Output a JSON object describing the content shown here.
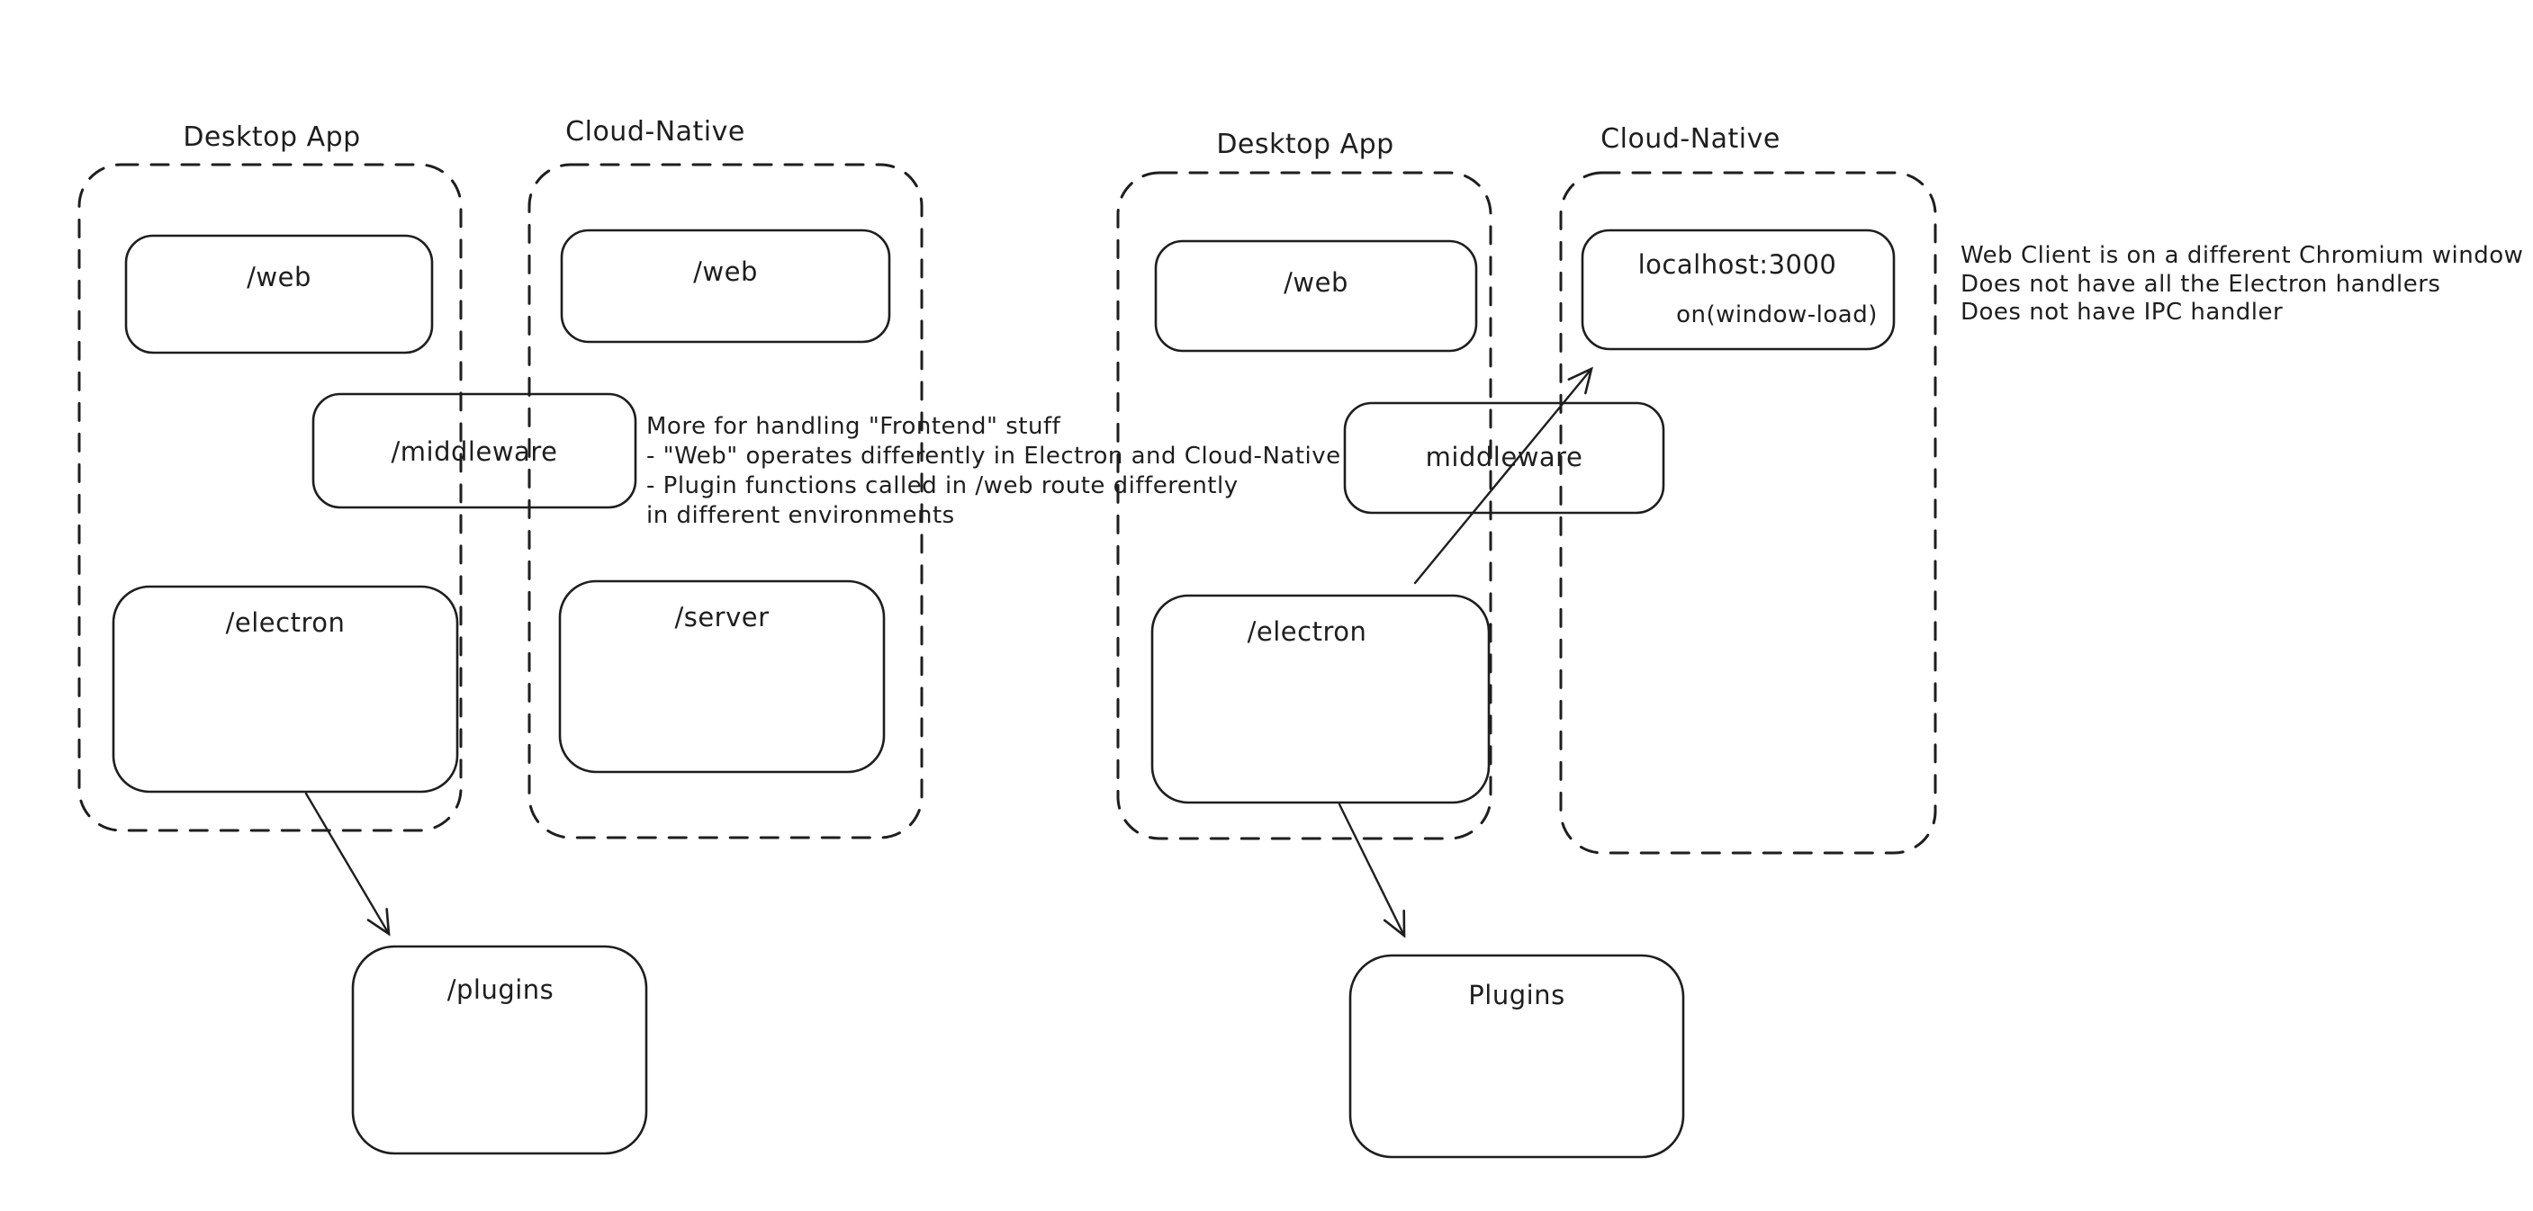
{
  "style": {
    "background": "#ffffff",
    "ink": "#1e1e1e",
    "green": "#4f9e54",
    "red": "#d23b32"
  },
  "left_diagram": {
    "desktop_container_label": "Desktop App",
    "cloud_container_label": "Cloud-Native",
    "web_desktop_label": "/web",
    "web_cloud_label": "/web",
    "middleware_label": "/middleware",
    "electron_label": "/electron",
    "server_label": "/server",
    "plugins_label": "/plugins"
  },
  "green_note": {
    "line1": "More for handling \"Frontend\" stuff",
    "line2": "- \"Web\" operates differently in Electron and Cloud-Native",
    "line3": "- Plugin functions called in /web route differently",
    "line4": "in different environments"
  },
  "right_diagram": {
    "desktop_container_label": "Desktop App",
    "cloud_container_label": "Cloud-Native",
    "web_label": "/web",
    "localhost_label": "localhost:3000",
    "window_load_label": "on(window-load)",
    "middleware_label": "middleware",
    "electron_label": "/electron",
    "plugins_label": "Plugins"
  },
  "red_note": {
    "line1": "Web Client is on a different Chromium window",
    "line2": "Does not have all the Electron handlers",
    "line3": "Does not have IPC handler"
  }
}
